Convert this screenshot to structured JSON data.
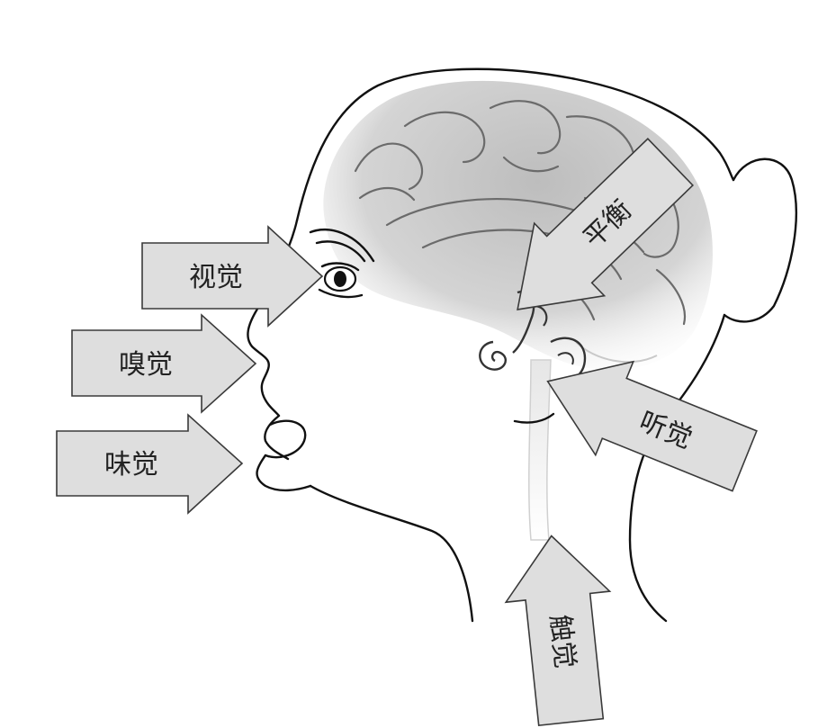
{
  "labels": {
    "vision": "视觉",
    "smell": "嗅觉",
    "taste": "味觉",
    "balance": "平衡",
    "hearing": "听觉",
    "touch": "触觉"
  },
  "colors": {
    "arrow_fill": "#dedede",
    "arrow_stroke": "#3a3a3a",
    "outline": "#111111",
    "brain": "#cfcfcf"
  },
  "icons": [
    "brain-icon",
    "eye-icon",
    "ear-icon",
    "head-silhouette"
  ]
}
